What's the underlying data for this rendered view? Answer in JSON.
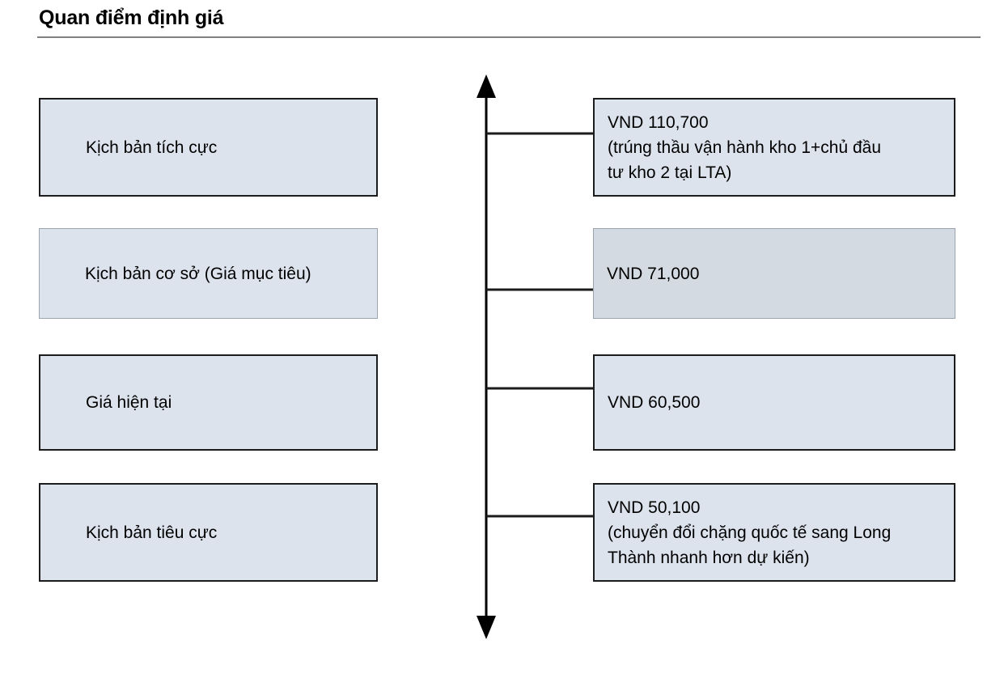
{
  "header": {
    "title": "Quan điểm định giá"
  },
  "diagram": {
    "type": "scenario-ladder",
    "axis": {
      "orientation": "vertical",
      "arrow_top": true,
      "arrow_bottom": true,
      "color": "#000000"
    },
    "scenarios": [
      {
        "label": "Kịch bản tích cực",
        "value_text": "VND 110,700\n(trúng thầu vận hành kho 1+chủ đầu\ntư kho 2 tại LTA)",
        "price": 110700,
        "currency": "VND",
        "note": "(trúng thầu vận hành kho 1+chủ đầu tư kho 2 tại LTA)",
        "highlighted": false
      },
      {
        "label": "Kịch bản cơ sở (Giá mục tiêu)",
        "value_text": "VND 71,000",
        "price": 71000,
        "currency": "VND",
        "note": "",
        "highlighted": true
      },
      {
        "label": "Giá hiện tại",
        "value_text": "VND 60,500",
        "price": 60500,
        "currency": "VND",
        "note": "",
        "highlighted": false
      },
      {
        "label": "Kịch bản tiêu cực",
        "value_text": "VND 50,100\n(chuyển đổi chặng quốc tế sang Long\nThành nhanh hơn dự kiến)",
        "price": 50100,
        "currency": "VND",
        "note": "(chuyển đổi chặng quốc tế sang Long Thành nhanh hơn dự kiến)",
        "highlighted": false
      }
    ]
  },
  "colors": {
    "box_fill": "#dce3ed",
    "box_fill_highlight": "#d3dae1",
    "box_border": "#1c1c1c",
    "rule": "#808080",
    "text": "#000000"
  }
}
